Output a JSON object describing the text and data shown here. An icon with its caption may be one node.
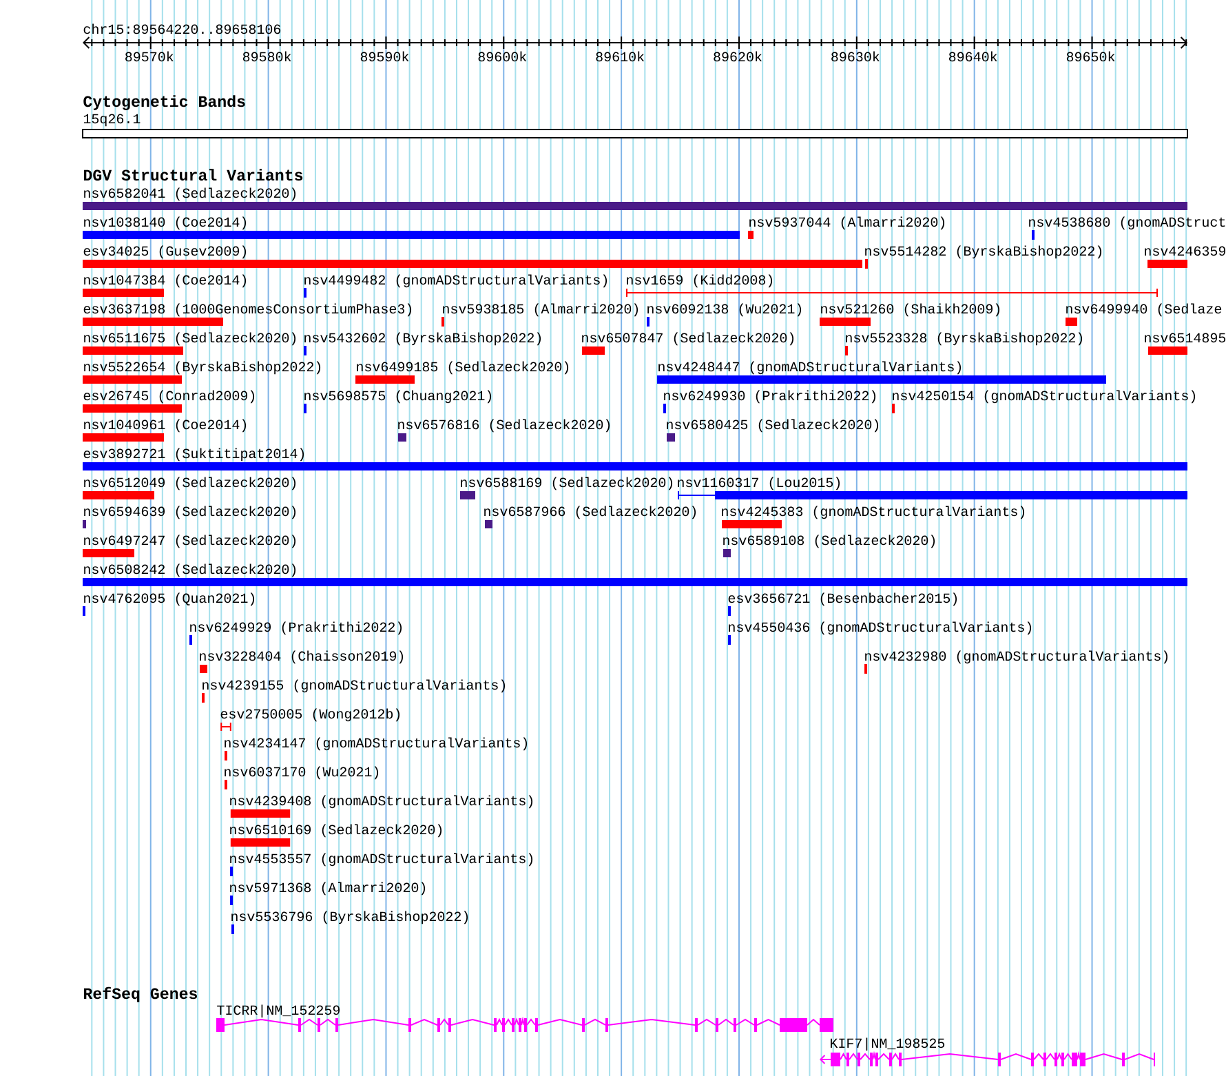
{
  "diagram": {
    "labels": [
      "chr15:89564220..89658106",
      "89570k",
      "89580k",
      "89590k",
      "89600k",
      "89610k",
      "89620k",
      "89630k",
      "89640k",
      "89650k",
      "Cytogenetic Bands",
      "15q26.1",
      "DGV Structural Variants",
      "nsv6582041 (Sedlazeck2020)",
      "nsv1038140 (Coe2014)",
      "nsv5937044 (Almarri2020)",
      "nsv4538680 (gnomADStruct",
      "esv34025 (Gusev2009)",
      "nsv5514282 (ByrskaBishop2022)",
      "nsv4246359",
      "nsv1047384 (Coe2014)",
      "nsv4499482 (gnomADStructuralVariants)",
      "nsv1659 (Kidd2008)",
      "esv3637198 (1000GenomesConsortiumPhase3)",
      "nsv5938185 (Almarri2020)",
      "nsv6092138 (Wu2021)",
      "nsv521260 (Shaikh2009)",
      "nsv6499940 (Sedlaze",
      "nsv6511675 (Sedlazeck2020)",
      "nsv5432602 (ByrskaBishop2022)",
      "nsv6507847 (Sedlazeck2020)",
      "nsv5523328 (ByrskaBishop2022)",
      "nsv6514895",
      "nsv5522654 (ByrskaBishop2022)",
      "nsv6499185 (Sedlazeck2020)",
      "nsv4248447 (gnomADStructuralVariants)",
      "esv26745 (Conrad2009)",
      "nsv5698575 (Chuang2021)",
      "nsv6249930 (Prakrithi2022)",
      "nsv4250154 (gnomADStructuralVariants)",
      "nsv1040961 (Coe2014)",
      "nsv6576816 (Sedlazeck2020)",
      "nsv6580425 (Sedlazeck2020)",
      "esv3892721 (Suktitipat2014)",
      "nsv6512049 (Sedlazeck2020)",
      "nsv6588169 (Sedlazeck2020)",
      "nsv1160317 (Lou2015)",
      "nsv6594639 (Sedlazeck2020)",
      "nsv6587966 (Sedlazeck2020)",
      "nsv4245383 (gnomADStructuralVariants)",
      "nsv6497247 (Sedlazeck2020)",
      "nsv6589108 (Sedlazeck2020)",
      "nsv6508242 (Sedlazeck2020)",
      "nsv4762095 (Quan2021)",
      "esv3656721 (Besenbacher2015)",
      "nsv6249929 (Prakrithi2022)",
      "nsv4550436 (gnomADStructuralVariants)",
      "nsv3228404 (Chaisson2019)",
      "nsv4232980 (gnomADStructuralVariants)",
      "nsv4239155 (gnomADStructuralVariants)",
      "esv2750005 (Wong2012b)",
      "nsv4234147 (gnomADStructuralVariants)",
      "nsv6037170 (Wu2021)",
      "nsv4239408 (gnomADStructuralVariants)",
      "nsv6510169 (Sedlazeck2020)",
      "nsv4553557 (gnomADStructuralVariants)",
      "nsv5971368 (Almarri2020)",
      "nsv5536796 (ByrskaBishop2022)",
      "RefSeq Genes",
      "TICRR|NM_152259",
      "KIF7|NM_198525"
    ]
  }
}
